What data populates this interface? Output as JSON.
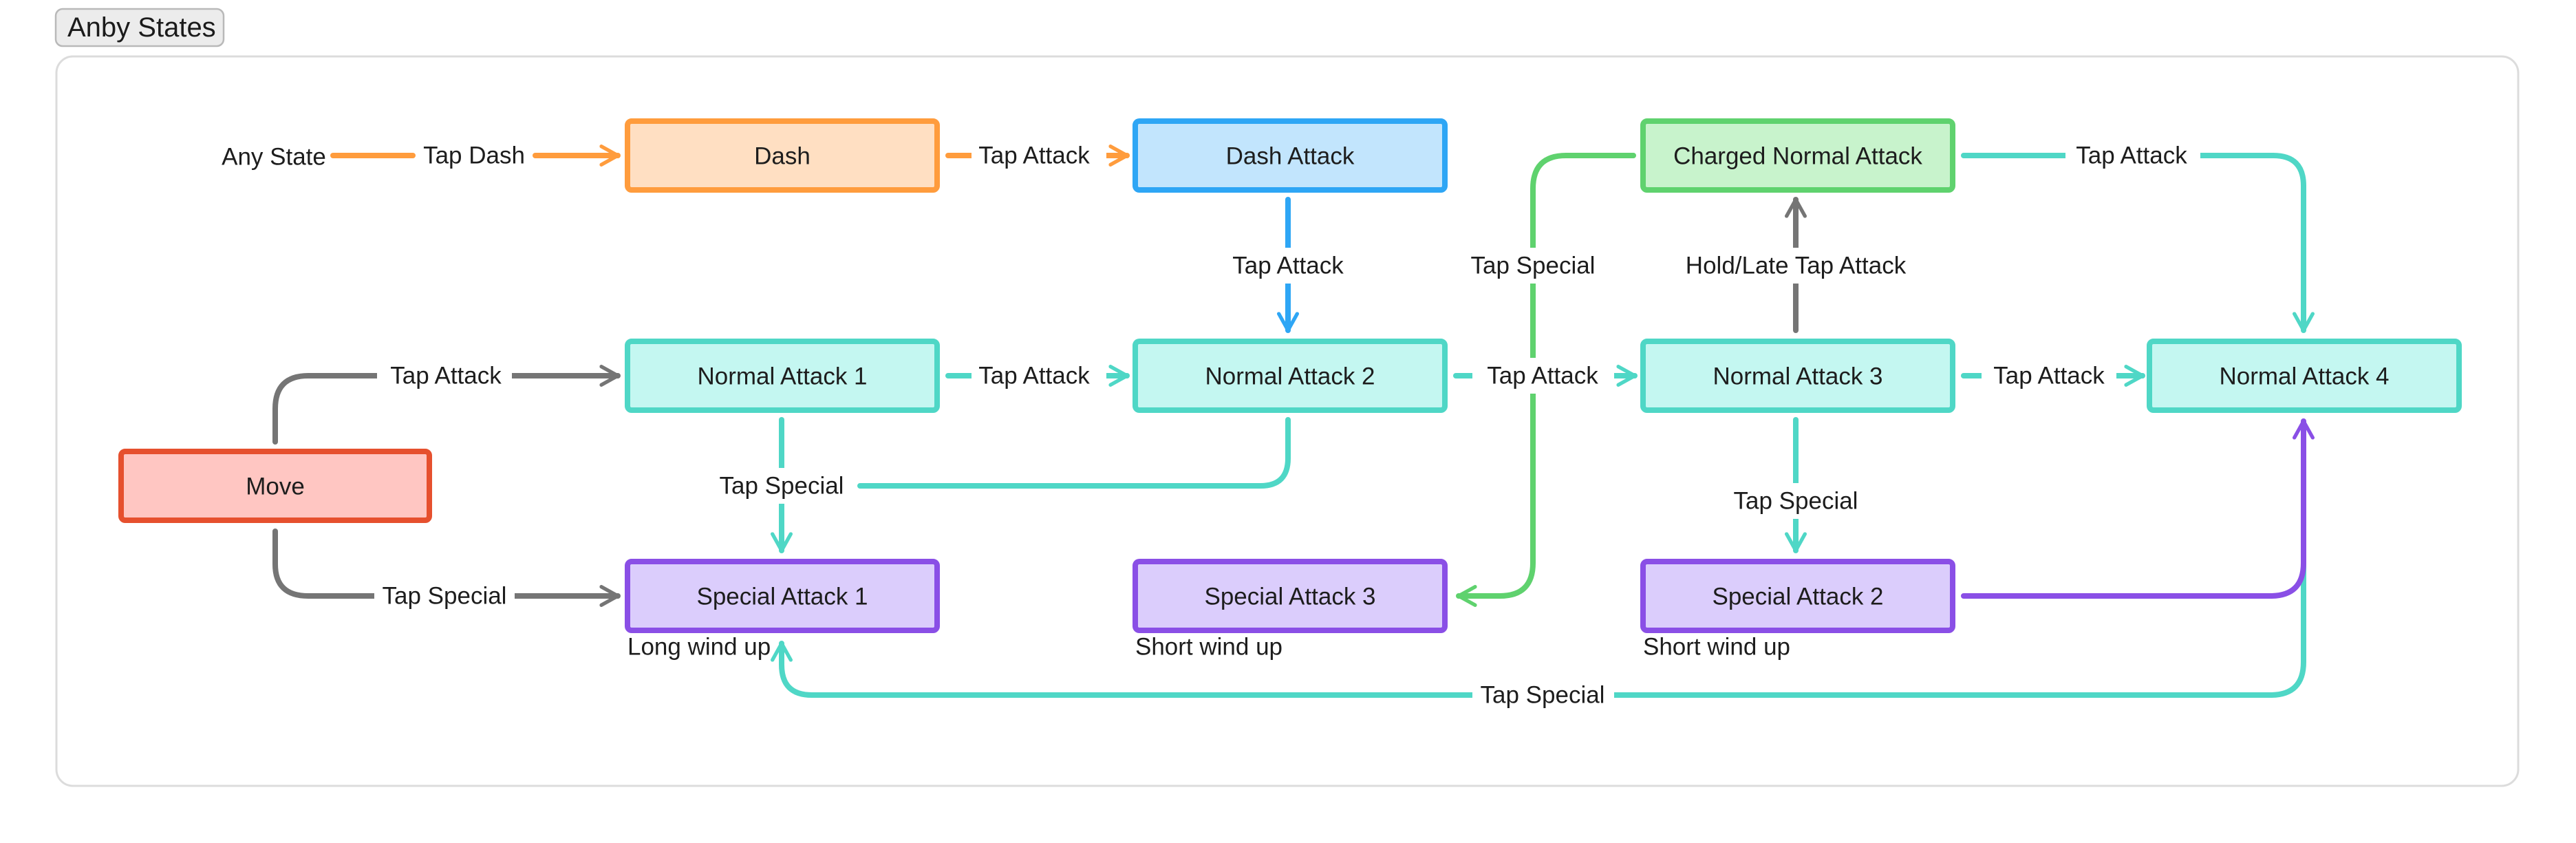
{
  "frame": {
    "title": "Anby States"
  },
  "colors": {
    "orange": "#ff9c3d",
    "orange_fill": "#ffdfc2",
    "blue": "#2ea6f5",
    "blue_fill": "#c2e5fd",
    "teal": "#4fd7c6",
    "teal_fill": "#c4f7f1",
    "green": "#5fd26e",
    "green_fill": "#c8f3cc",
    "purple": "#8a4fe6",
    "purple_fill": "#dbcdfc",
    "red": "#e6502e",
    "red_fill": "#ffc6c2",
    "gray": "#757575"
  },
  "nodes": {
    "any_state": "Any State",
    "dash": "Dash",
    "dash_attack": "Dash Attack",
    "charged_normal_attack": "Charged Normal Attack",
    "normal_attack_1": "Normal Attack 1",
    "normal_attack_2": "Normal Attack 2",
    "normal_attack_3": "Normal Attack 3",
    "normal_attack_4": "Normal Attack 4",
    "move": "Move",
    "special_attack_1": "Special Attack 1",
    "special_attack_3": "Special Attack 3",
    "special_attack_2": "Special Attack 2"
  },
  "captions": {
    "special_attack_1": "Long wind up",
    "special_attack_3": "Short wind up",
    "special_attack_2": "Short wind up"
  },
  "edge_labels": {
    "any_to_dash": "Tap Dash",
    "dash_to_dash_attack": "Tap Attack",
    "dash_attack_to_na2": "Tap Attack",
    "charged_to_sa3": "Tap Special",
    "na3_to_charged": "Hold/Late Tap Attack",
    "charged_to_na4": "Tap Attack",
    "move_to_na1": "Tap Attack",
    "na1_to_na2": "Tap Attack",
    "na2_to_na3": "Tap Attack",
    "na3_to_na4": "Tap Attack",
    "na_to_sa1": "Tap Special",
    "na3_to_sa2": "Tap Special",
    "move_to_sa1": "Tap Special",
    "na4_to_sa1": "Tap Special"
  }
}
